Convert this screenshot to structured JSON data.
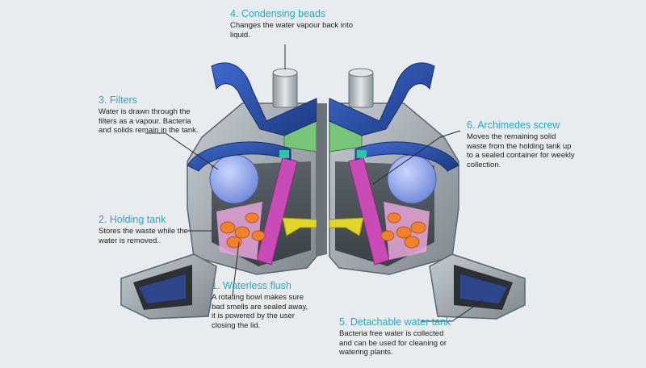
{
  "diagram": {
    "callouts": [
      {
        "id": "condensing-beads",
        "title": "4. Condensing beads",
        "text": "Changes the water vapour back into liquid."
      },
      {
        "id": "filters",
        "title": "3. Filters",
        "text": "Water is drawn through the filters as a vapour. Bacteria and solids remain in the tank."
      },
      {
        "id": "archimedes-screw",
        "title": "6. Archimedes screw",
        "text": "Moves the remaining solid waste from the holding tank up to a sealed container for weekly collection."
      },
      {
        "id": "holding-tank",
        "title": "2. Holding tank",
        "text": "Stores the waste while the water is removed."
      },
      {
        "id": "waterless-flush",
        "title": "1. Waterless flush",
        "text": "A rotating bowl makes sure bad smells are sealed away, it is powered by the user closing the lid."
      },
      {
        "id": "detachable-water-tank",
        "title": "5. Detachable water tank",
        "text": "Bacteria free water is collected and can be used for cleaning or watering plants."
      }
    ],
    "colors": {
      "background": "#e9ecee",
      "title": "#27a9c6",
      "body_text": "#222222",
      "shell": "#9ba3aa",
      "shell_dark": "#5d656c",
      "lid_blue": "#2a4d9e",
      "bowl": "#8ea6f0",
      "screw_magenta": "#c94bb6",
      "tank_pink": "#e9a6d8",
      "filter_green": "#78c67a",
      "bead_orange": "#f0822e",
      "arm_yellow": "#e1d52a"
    }
  }
}
